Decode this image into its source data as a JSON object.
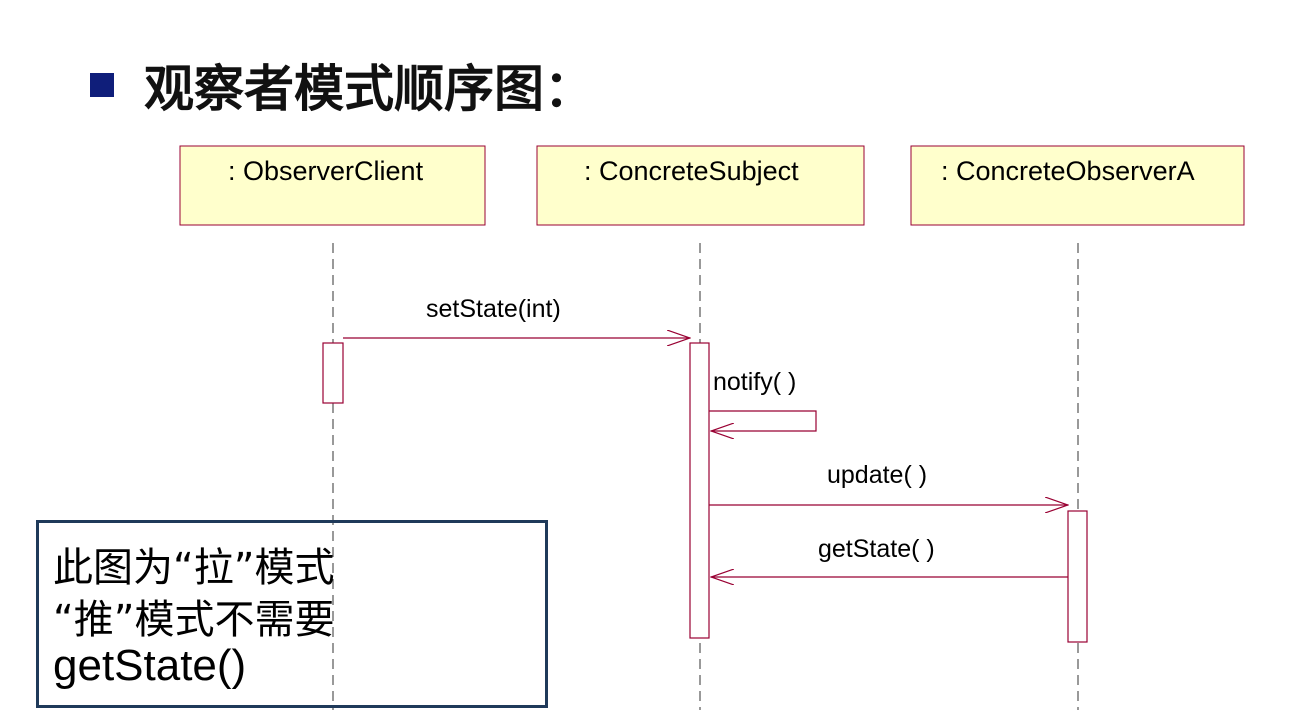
{
  "title": "观察者模式顺序图：",
  "lifelines": [
    {
      "name": ": ObserverClient"
    },
    {
      "name": ": ConcreteSubject"
    },
    {
      "name": ": ConcreteObserverA"
    }
  ],
  "messages": [
    {
      "label": "setState(int)",
      "from": ": ObserverClient",
      "to": ": ConcreteSubject",
      "kind": "call"
    },
    {
      "label": "notify( )",
      "from": ": ConcreteSubject",
      "to": ": ConcreteSubject",
      "kind": "self-call"
    },
    {
      "label": "update( )",
      "from": ": ConcreteSubject",
      "to": ": ConcreteObserverA",
      "kind": "call"
    },
    {
      "label": "getState( )",
      "from": ": ConcreteObserverA",
      "to": ": ConcreteSubject",
      "kind": "call"
    }
  ],
  "note": {
    "line1": "此图为“拉”模式",
    "line2": "“推”模式不需要",
    "line3": "getState()"
  },
  "colors": {
    "bullet": "#0f1e7a",
    "lifeline_fill": "#ffffcc",
    "border": "#990033",
    "note_border": "#1f3a5a"
  }
}
